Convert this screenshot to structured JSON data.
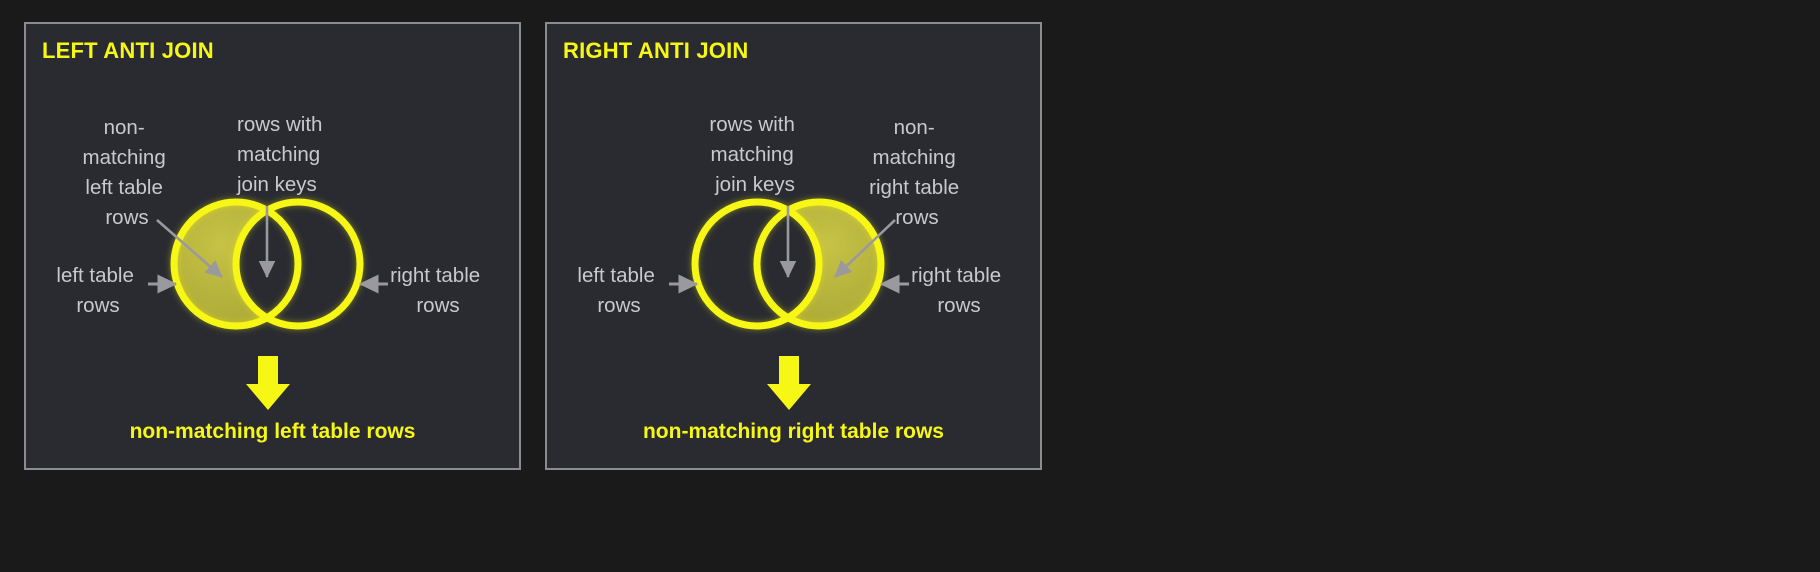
{
  "page": {
    "background_color": "#1a1a1a"
  },
  "colors": {
    "panel_background": "#2a2b31",
    "panel_border": "#8c8c90",
    "accent_yellow": "#f7f716",
    "fill_olive": "#b5b23c",
    "label_gray": "#c9c9cd",
    "arrow_gray": "#9a9a9e"
  },
  "panels": [
    {
      "id": "left-anti-join",
      "title": "LEFT ANTI JOIN",
      "caption": "non-matching left table rows",
      "labels": {
        "top_left": "non-\nmatching\nleft table\nrows",
        "top_left_lines": [
          "non-",
          "matching",
          "left table",
          "rows"
        ],
        "top_right_lines": [
          "rows with",
          "matching",
          "join keys"
        ],
        "side_left_lines": [
          "left table",
          "rows"
        ],
        "side_right_lines": [
          "right table",
          "rows"
        ]
      },
      "highlight": "left-circle-only"
    },
    {
      "id": "right-anti-join",
      "title": "RIGHT ANTI JOIN",
      "caption": "non-matching right table rows",
      "labels": {
        "top_left_lines": [
          "rows with",
          "matching",
          "join keys"
        ],
        "top_right_lines": [
          "non-",
          "matching",
          "right table",
          "rows"
        ],
        "side_left_lines": [
          "left table",
          "rows"
        ],
        "side_right_lines": [
          "right table",
          "rows"
        ]
      },
      "highlight": "right-circle-only"
    }
  ]
}
